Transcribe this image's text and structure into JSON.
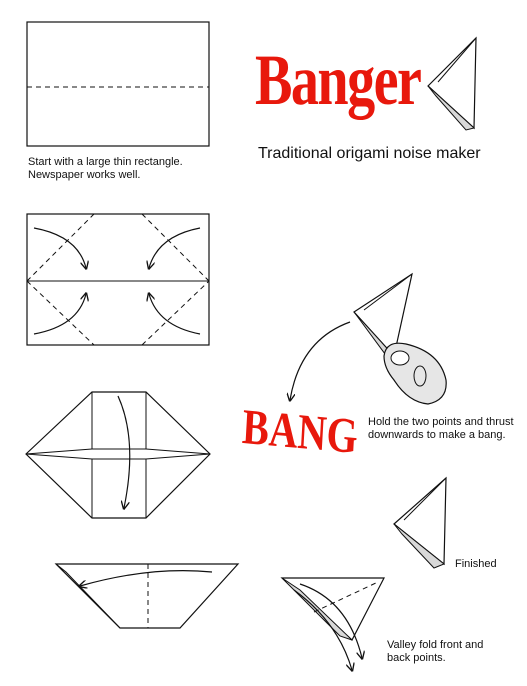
{
  "title": "Banger",
  "subtitle": "Traditional origami noise maker",
  "steps": {
    "step1": "Start with a large thin rectangle.\nNewspaper works well.",
    "bang": "BANG",
    "hold": "Hold the two points and thrust\ndownwards to make a bang.",
    "finished": "Finished",
    "valley": "Valley fold front and\nback points."
  },
  "colors": {
    "title": "#e8180c",
    "ink": "#111111",
    "paper": "#d8d8d8",
    "hand": "#e6e6e6"
  }
}
